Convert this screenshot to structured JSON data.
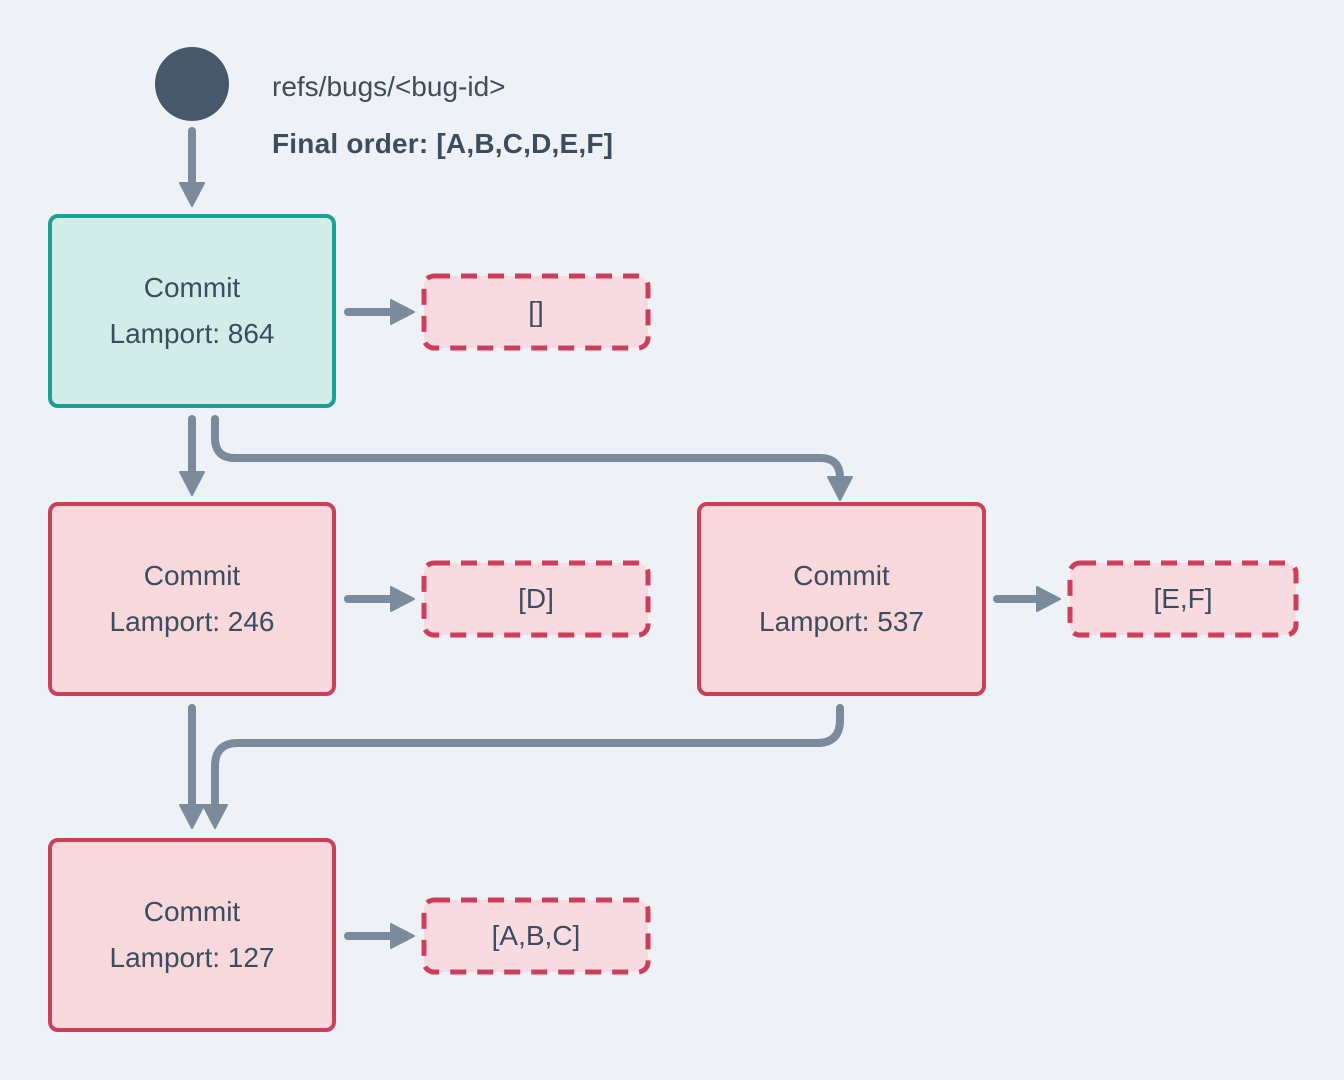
{
  "header": {
    "ref": "refs/bugs/<bug-id>",
    "final_order": "Final order: [A,B,C,D,E,F]"
  },
  "nodes": {
    "root": {
      "title": "Commit",
      "lamport": "Lamport: 864",
      "payload": "[]"
    },
    "left": {
      "title": "Commit",
      "lamport": "Lamport: 246",
      "payload": "[D]"
    },
    "right": {
      "title": "Commit",
      "lamport": "Lamport: 537",
      "payload": "[E,F]"
    },
    "merge": {
      "title": "Commit",
      "lamport": "Lamport: 127",
      "payload": "[A,B,C]"
    }
  },
  "colors": {
    "background": "#eef1f5",
    "slate": "#46586a",
    "text": "#3d4c5e",
    "arrow": "#7c8b9b",
    "accent_teal": "#17a294",
    "teal_fill": "#d2ecea",
    "accent_crimson": "#cb4057",
    "crimson_dashed": "#cf3d5c",
    "pink_fill": "#f6d8dd",
    "pink_fill_light": "#f8dbe0"
  }
}
